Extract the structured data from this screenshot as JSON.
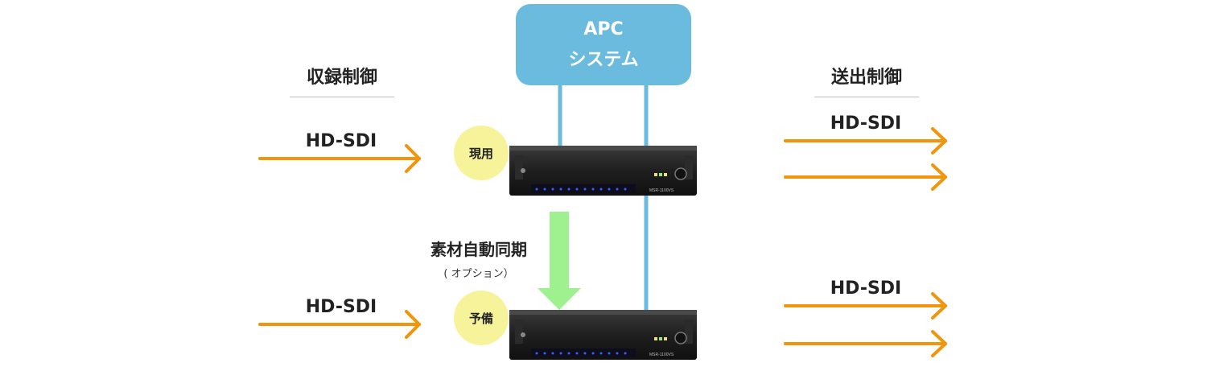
{
  "apc": {
    "line1": "APC",
    "line2": "システム"
  },
  "left_section": {
    "title": "収録制御",
    "inputs": [
      "HD-SDI",
      "HD-SDI"
    ]
  },
  "right_section": {
    "title": "送出制御",
    "outputs": [
      "HD-SDI",
      "HD-SDI"
    ]
  },
  "servers": {
    "primary": {
      "badge": "現用",
      "model": "MSR-1100VS"
    },
    "backup": {
      "badge": "予備",
      "model": "MSR-1100VS"
    }
  },
  "sync": {
    "label": "素材自動同期",
    "sublabel": "( オプション）"
  },
  "colors": {
    "arrow": "#f0950c",
    "link": "#6bbbdf",
    "sync_arrow": "#9ff08e",
    "badge": "#f7f39a"
  },
  "icons": {
    "arrow": "arrow-right-icon",
    "sync": "arrow-down-icon"
  }
}
